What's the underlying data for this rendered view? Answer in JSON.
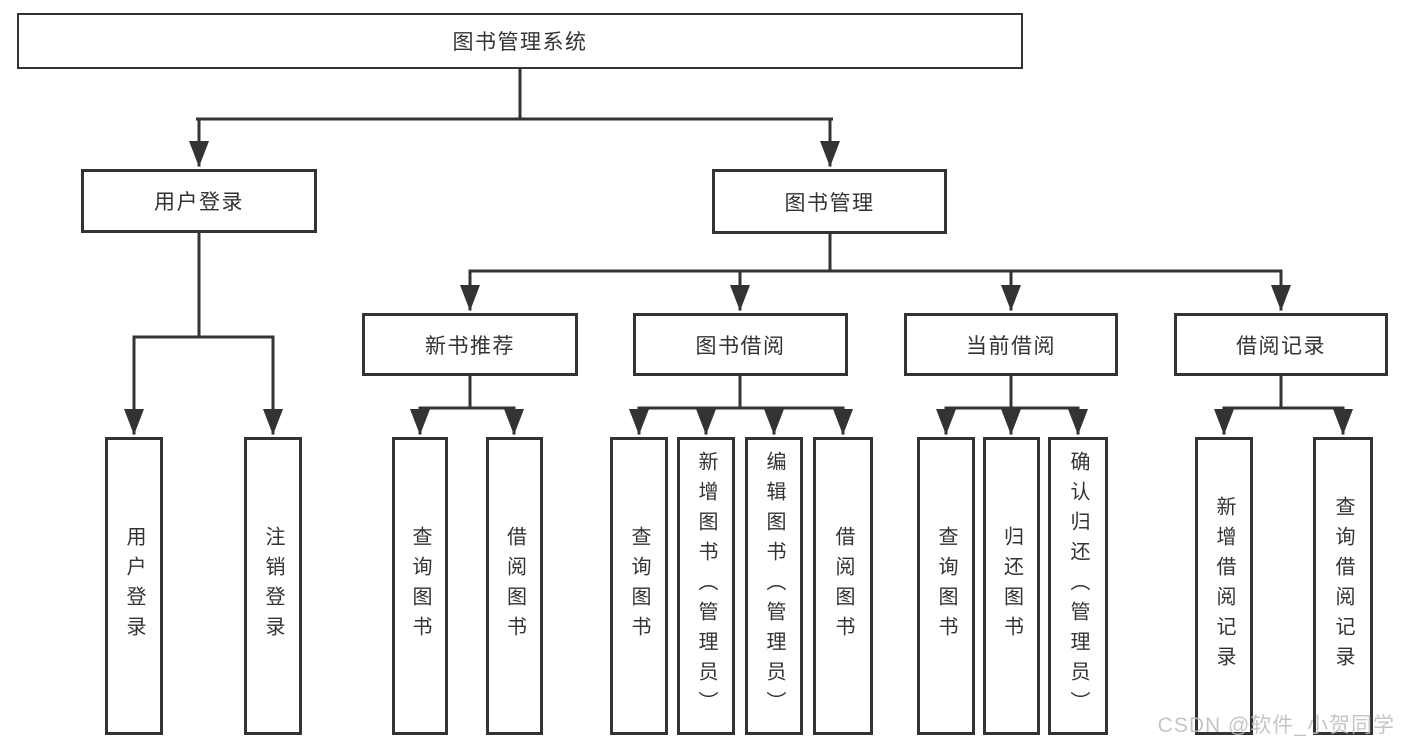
{
  "diagram": {
    "title": "图书管理系统",
    "root": {
      "label": "图书管理系统"
    },
    "level2": {
      "user_login": {
        "label": "用户登录"
      },
      "book_mgmt": {
        "label": "图书管理"
      }
    },
    "level3": {
      "new_book_rec": {
        "label": "新书推荐"
      },
      "book_borrow": {
        "label": "图书借阅"
      },
      "current_borrow": {
        "label": "当前借阅"
      },
      "borrow_records": {
        "label": "借阅记录"
      }
    },
    "leaves": {
      "user_login_action": {
        "label": "用户登录"
      },
      "logout_action": {
        "label": "注销登录"
      },
      "nb_query_books": {
        "label": "查询图书"
      },
      "nb_borrow_books": {
        "label": "借阅图书"
      },
      "bb_query_books": {
        "label": "查询图书"
      },
      "bb_add_books": {
        "label": "新增图书（管理员）"
      },
      "bb_edit_books": {
        "label": "编辑图书（管理员）"
      },
      "bb_borrow_books": {
        "label": "借阅图书"
      },
      "cb_query_books": {
        "label": "查询图书"
      },
      "cb_return_books": {
        "label": "归还图书"
      },
      "cb_confirm_return": {
        "label": "确认归还（管理员）"
      },
      "br_add_record": {
        "label": "新增借阅记录"
      },
      "br_query_record": {
        "label": "查询借阅记录"
      }
    }
  },
  "watermark": {
    "text": "CSDN @软件_小贺同学"
  },
  "colors": {
    "line": "#333333",
    "box_border": "#333333",
    "text": "#333333",
    "watermark": "#bfbfbf",
    "background": "#ffffff"
  }
}
